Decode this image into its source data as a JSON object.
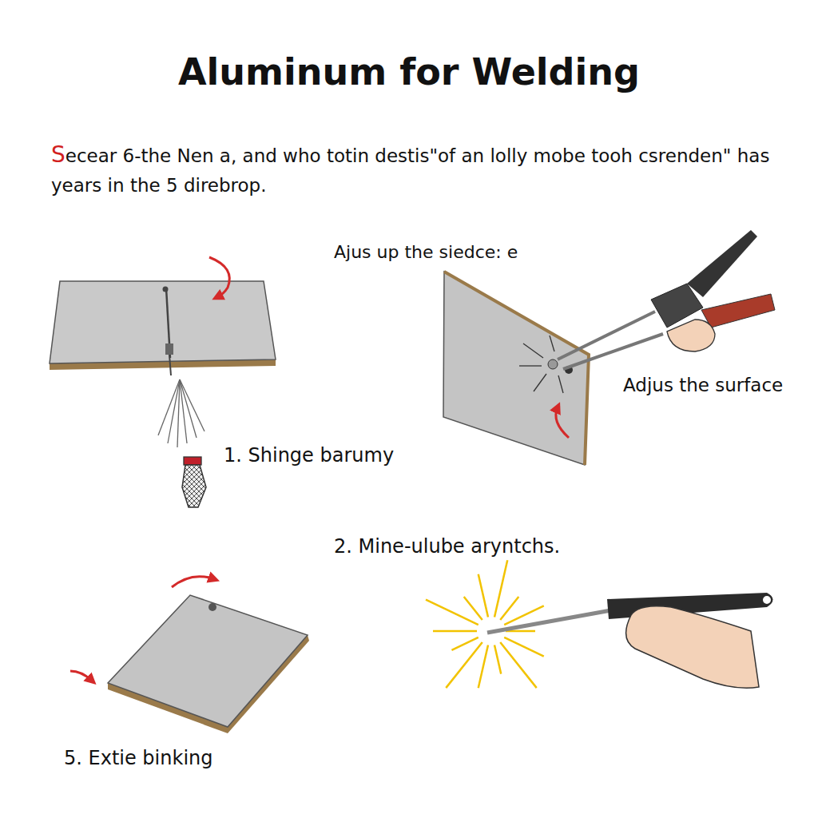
{
  "diagram": {
    "title": "Aluminum for Welding",
    "labels": [
      "Secear 6-the Nen a, and who totin destis\"of an lolly mobe tooh csrenden\" has years in the 5 direbrop.",
      "Ajus up the siedce: e",
      "Adjus the surface",
      "1. Shinge barumy",
      "2. Mine-ulube aryntchs.",
      "5. Extie binking"
    ]
  }
}
